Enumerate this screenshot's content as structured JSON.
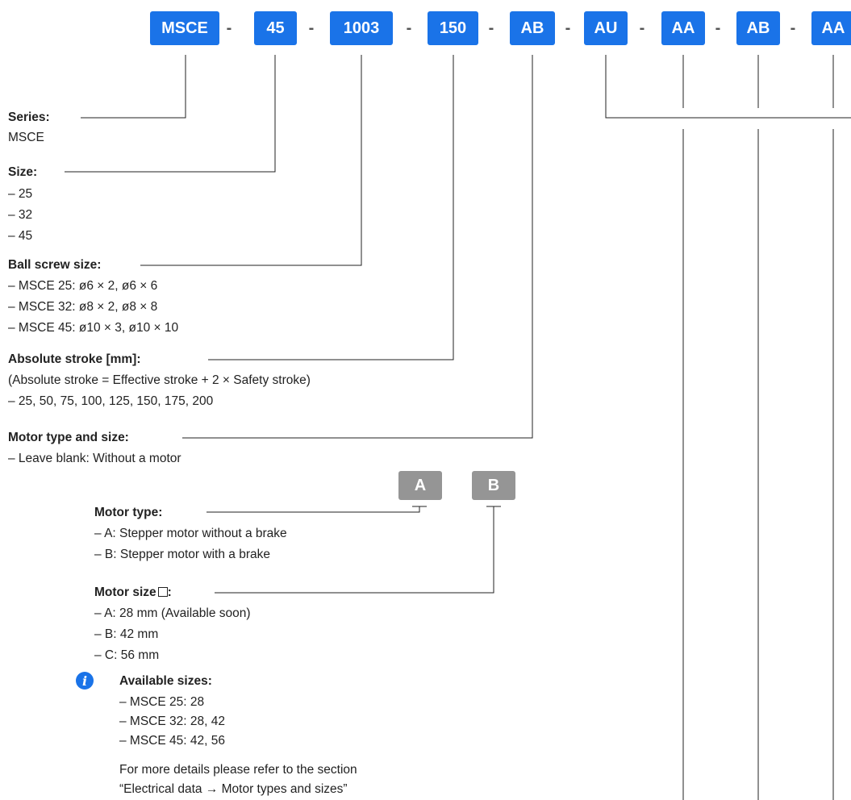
{
  "colors": {
    "code_box": "#1a73e8",
    "sub_box": "#959595",
    "line": "#222222",
    "info": "#1a73e8"
  },
  "code": {
    "separator": "-",
    "segments": [
      "MSCE",
      "45",
      "1003",
      "150",
      "AB",
      "AU",
      "AA",
      "AB",
      "AA"
    ]
  },
  "motor_code": {
    "segments": [
      "A",
      "B"
    ]
  },
  "series": {
    "title": "Series:",
    "value": "MSCE"
  },
  "size": {
    "title": "Size:",
    "options": [
      "– 25",
      "– 32",
      "– 45"
    ]
  },
  "ball_screw": {
    "title": "Ball screw size:",
    "options": [
      "– MSCE 25: ø6 × 2, ø6 × 6",
      "– MSCE 32: ø8 × 2, ø8 × 8",
      "– MSCE 45: ø10 × 3, ø10 × 10"
    ]
  },
  "stroke": {
    "title": "Absolute stroke [mm]:",
    "note": "(Absolute stroke = Effective stroke + 2 × Safety stroke)",
    "options": [
      "– 25, 50, 75, 100, 125, 150, 175, 200"
    ]
  },
  "motor": {
    "title": "Motor type and size:",
    "options": [
      "– Leave blank: Without a motor"
    ],
    "type": {
      "title": "Motor type:",
      "options": [
        "– A: Stepper motor without a brake",
        "– B: Stepper motor with a brake"
      ]
    },
    "size": {
      "title": "Motor size",
      "colon": ":",
      "options": [
        "– A: 28 mm (Available soon)",
        "– B: 42 mm",
        "– C: 56 mm"
      ]
    },
    "available": {
      "icon": "info-icon",
      "icon_glyph": "i",
      "title": "Available sizes:",
      "options": [
        "– MSCE 25: 28",
        "– MSCE 32: 28, 42",
        "– MSCE 45: 42, 56"
      ],
      "note_lines": [
        "For more details please refer to the section",
        "“Electrical data → Motor types and sizes”"
      ]
    }
  }
}
